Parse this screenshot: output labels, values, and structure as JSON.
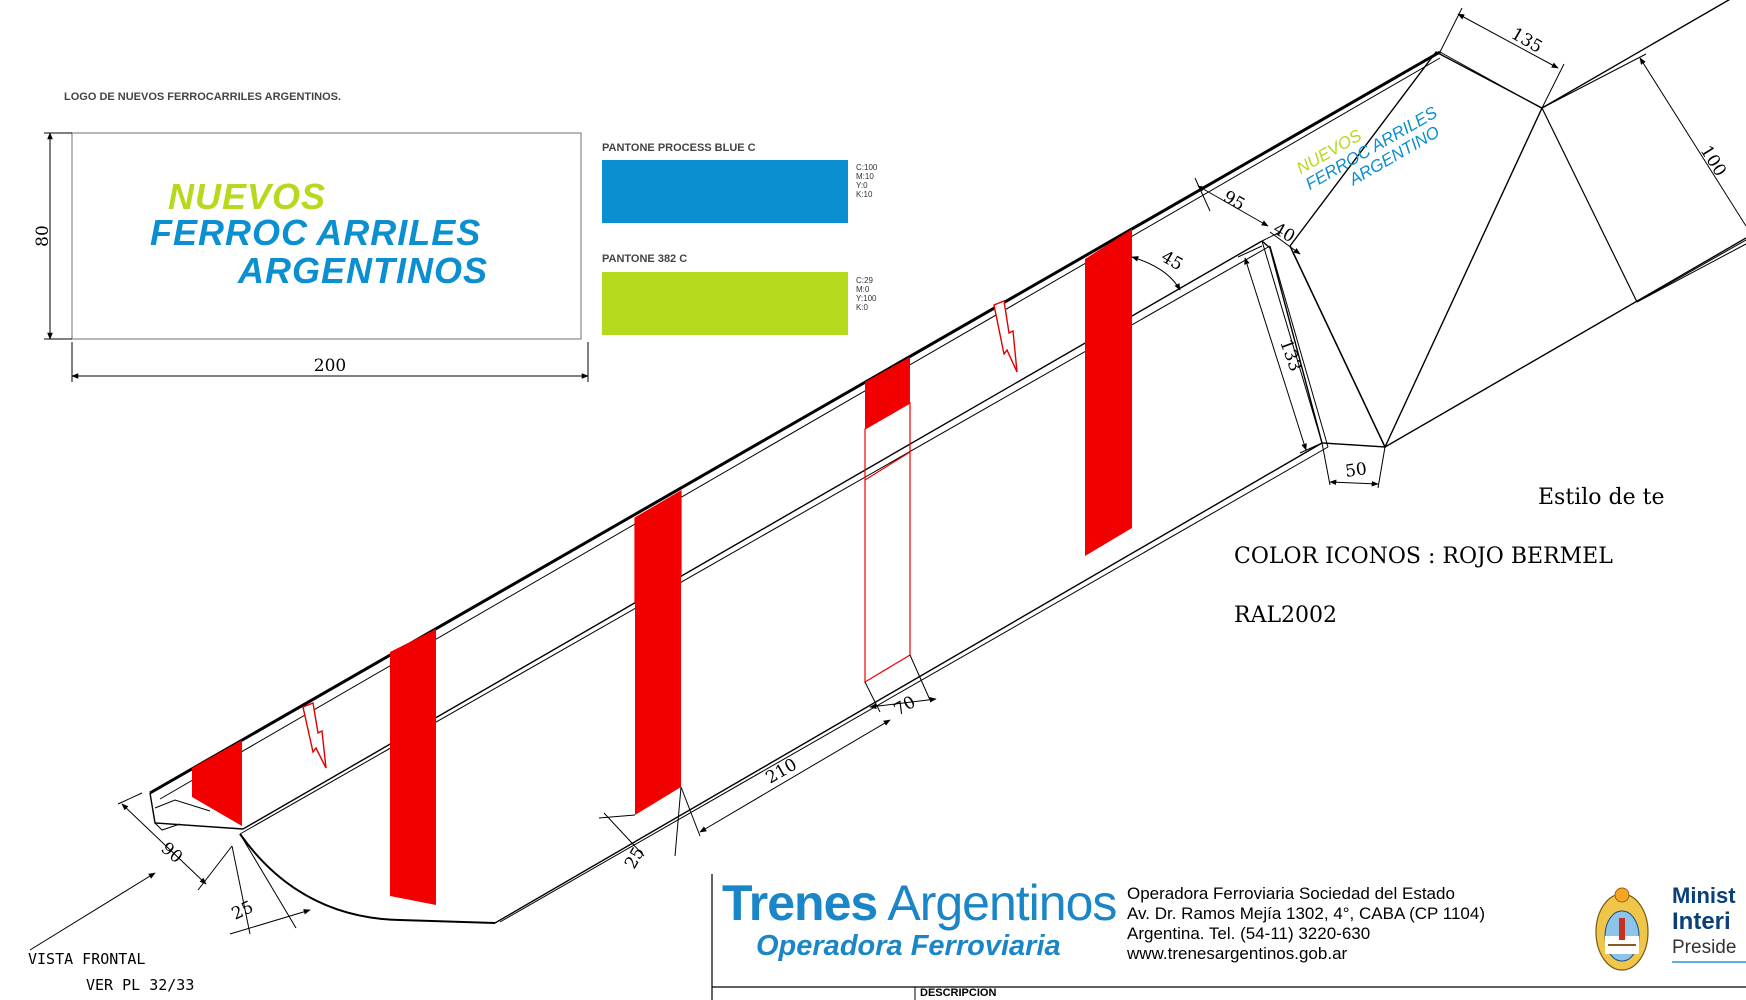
{
  "logo_section": {
    "title": "LOGO DE NUEVOS FERROCARRILES ARGENTINOS.",
    "logo_line1": "NUEVOS",
    "logo_line2": "FERROC ARRILES",
    "logo_line3": "ARGENTINOS",
    "width_dim": "200",
    "height_dim": "80",
    "colors": {
      "blue": "#0a8fd0",
      "green": "#b5d91c"
    },
    "swatches": [
      {
        "name": "PANTONE PROCESS BLUE C",
        "c": "C:100",
        "m": "M:10",
        "y": "Y:0",
        "k": "K:10"
      },
      {
        "name": "PANTONE 382 C",
        "c": "C:29",
        "m": "M:0",
        "y": "Y:100",
        "k": "K:0"
      }
    ]
  },
  "drawing": {
    "dims": {
      "d135": "135",
      "d100": "100",
      "d95": "95",
      "d40": "40",
      "d45": "45",
      "d133": "133",
      "d50": "50",
      "d70": "70",
      "d210": "210",
      "d25a": "25",
      "d90": "90",
      "d25b": "25"
    },
    "panel_logo_line1": "NUEVOS",
    "panel_logo_line2": "FERROC ARRILES",
    "panel_logo_line3": "ARGENTINO",
    "stripe_color": "#f20000"
  },
  "notes": {
    "style": "Estilo de te",
    "color_icons": "COLOR ICONOS :  ROJO BERMEL",
    "ral": "RAL2002"
  },
  "vista": {
    "line1": "VISTA FRONTAL",
    "line2": "VER PL 32/33"
  },
  "title_block": {
    "brand_bold": "Trenes",
    "brand_light": " Argentinos",
    "subbrand": "Operadora Ferroviaria",
    "info": [
      "Operadora Ferroviaria Sociedad del Estado",
      "Av. Dr. Ramos Mejía 1302, 4°, CABA (CP 1104)",
      "Argentina. Tel. (54-11) 3220-630",
      "www.trenesargentinos.gob.ar"
    ],
    "description_label": "DESCRIPCION",
    "ministry_line1": "Minist",
    "ministry_line2": "Interi",
    "ministry_line3": "Preside"
  }
}
